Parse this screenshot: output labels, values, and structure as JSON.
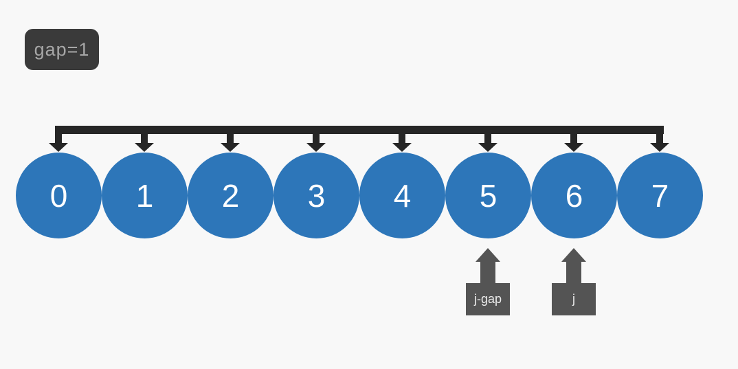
{
  "gap_badge": {
    "label": "gap=1"
  },
  "nodes": [
    "0",
    "1",
    "2",
    "3",
    "4",
    "5",
    "6",
    "7"
  ],
  "pointers": [
    {
      "label": "j-gap",
      "node_index": 5
    },
    {
      "label": "j",
      "node_index": 6
    }
  ],
  "colors": {
    "background": "#f8f8f8",
    "node_fill": "#2d76b9",
    "node_text": "#ffffff",
    "bracket": "#262626",
    "badge_bg": "#3a3a3a",
    "badge_text": "#a6a6a6",
    "pointer_fill": "#545454",
    "pointer_text": "#ececec"
  }
}
